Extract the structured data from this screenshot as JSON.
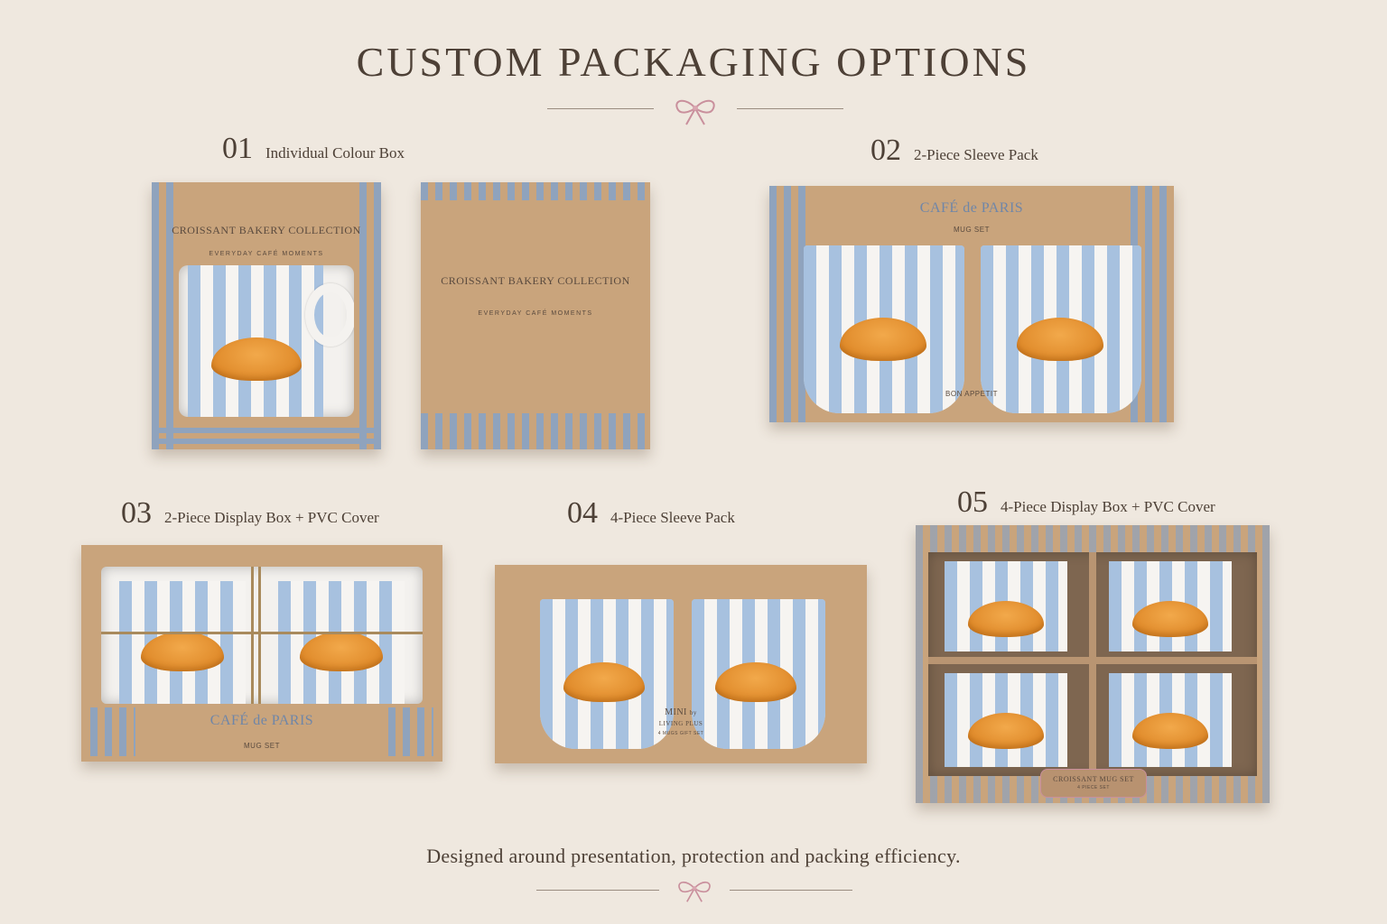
{
  "title": "CUSTOM PACKAGING OPTIONS",
  "tagline": "Designed around presentation, protection and packing efficiency.",
  "options": [
    {
      "number": "01",
      "label": "Individual Colour Box"
    },
    {
      "number": "02",
      "label": "2-Piece Sleeve Pack"
    },
    {
      "number": "03",
      "label": "2-Piece Display Box + PVC Cover"
    },
    {
      "number": "04",
      "label": "4-Piece Sleeve Pack"
    },
    {
      "number": "05",
      "label": "4-Piece Display Box + PVC Cover"
    }
  ],
  "box_texts": {
    "collection": "CROISSANT BAKERY COLLECTION",
    "moments": "EVERYDAY CAFÉ MOMENTS",
    "cafe": "CAFÉ de PARIS",
    "mug_set": "MUG SET",
    "bon_appetit": "BON APPETIT",
    "mini": "MINI",
    "by": "by",
    "living_plus": "LIVING PLUS",
    "gift_set": "4 MUGS GIFT SET",
    "croissant_mug_set": "CROISSANT MUG SET",
    "four_piece_set": "4 PIECE SET"
  },
  "icons": [
    "bow-icon"
  ],
  "colors": {
    "background": "#efe8df",
    "kraft": "#c9a47c",
    "stripe_blue": "#a7c1df",
    "bow_pink": "#d9a6b0",
    "croissant": "#e08b2b"
  }
}
